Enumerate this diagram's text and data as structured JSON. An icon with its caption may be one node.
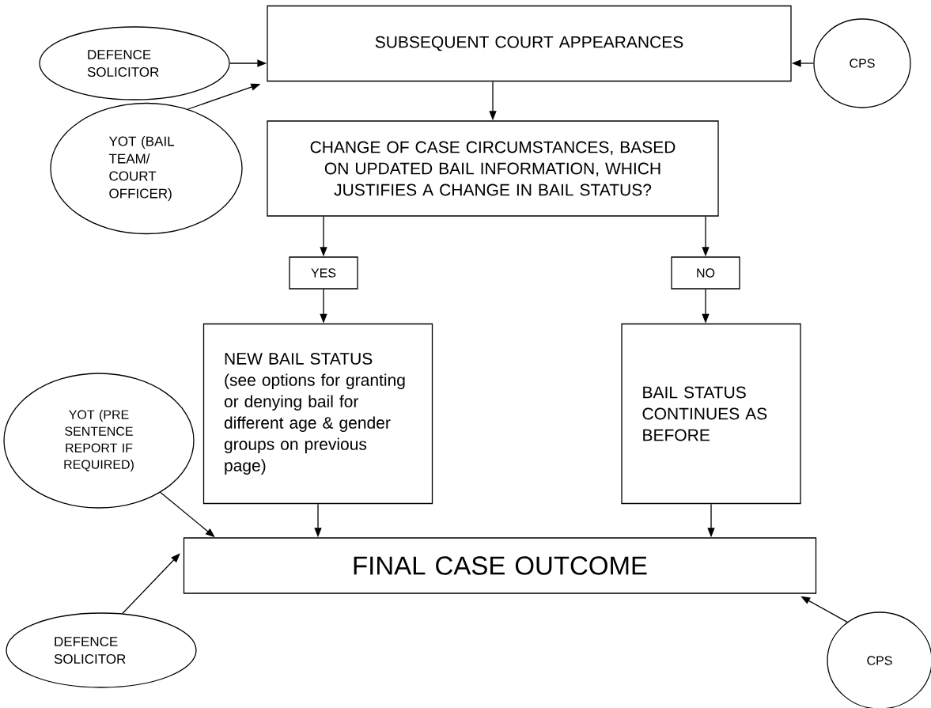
{
  "diagram": {
    "nodes": [
      {
        "text": [
          "DEFENCE SOLICITOR"
        ]
      },
      {
        "text": [
          "SUBSEQUENT COURT APPEARANCES"
        ]
      },
      {
        "text": [
          "CPS"
        ]
      },
      {
        "text": [
          "YOT (BAIL TEAM/ COURT OFFICER)"
        ]
      },
      {
        "text": [
          "CHANGE OF CASE CIRCUMSTANCES, BASED ON UPDATED BAIL INFORMATION, WHICH JUSTIFIES A CHANGE IN BAIL STATUS?"
        ]
      },
      {
        "text": [
          "YES"
        ]
      },
      {
        "text": [
          "NO"
        ]
      },
      {
        "text": [
          "NEW BAIL STATUS",
          "(see options for granting or denying bail for different age & gender groups on previous page)"
        ]
      },
      {
        "text": [
          "BAIL STATUS CONTINUES AS BEFORE"
        ]
      },
      {
        "text": [
          "YOT (PRE SENTENCE REPORT IF REQUIRED)"
        ]
      },
      {
        "text": [
          "FINAL CASE OUTCOME"
        ]
      },
      {
        "text": [
          "DEFENCE SOLICITOR"
        ]
      },
      {
        "text": [
          "CPS"
        ]
      }
    ],
    "edges": [
      {
        "from": 0,
        "to": 1,
        "arrow": "to"
      },
      {
        "from": 3,
        "to": 1,
        "arrow": "to"
      },
      {
        "from": 2,
        "to": 1,
        "arrow": "to"
      },
      {
        "from": 1,
        "to": 4,
        "arrow": "to"
      },
      {
        "from": 4,
        "to": 5,
        "arrow": "to"
      },
      {
        "from": 4,
        "to": 6,
        "arrow": "to"
      },
      {
        "from": 5,
        "to": 7,
        "arrow": "to"
      },
      {
        "from": 6,
        "to": 8,
        "arrow": "to"
      },
      {
        "from": 9,
        "to": 10,
        "arrow": "to"
      },
      {
        "from": 7,
        "to": 10,
        "arrow": "to"
      },
      {
        "from": 8,
        "to": 10,
        "arrow": "to"
      },
      {
        "from": 11,
        "to": 10,
        "arrow": "to"
      },
      {
        "from": 12,
        "to": 10,
        "arrow": "to"
      }
    ]
  }
}
